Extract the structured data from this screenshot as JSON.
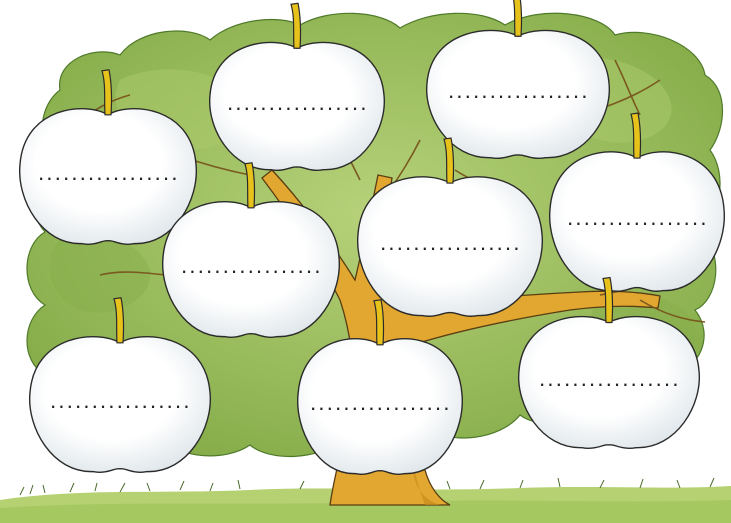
{
  "illustration": {
    "apples": [
      {
        "id": 1,
        "placeholder": "................."
      },
      {
        "id": 2,
        "placeholder": "................."
      },
      {
        "id": 3,
        "placeholder": "................."
      },
      {
        "id": 4,
        "placeholder": "................."
      },
      {
        "id": 5,
        "placeholder": "................."
      },
      {
        "id": 6,
        "placeholder": "................."
      },
      {
        "id": 7,
        "placeholder": "................."
      },
      {
        "id": 8,
        "placeholder": "................."
      },
      {
        "id": 9,
        "placeholder": "................."
      },
      {
        "id": 10,
        "placeholder": "................."
      }
    ],
    "colors": {
      "foliage": "#9bbd5a",
      "foliage_light": "#b9d47a",
      "foliage_dark": "#6f9a3c",
      "trunk": "#e0a72e",
      "trunk_shadow": "#c4861b",
      "apple": "#ffffff",
      "apple_shade": "#e6ecef",
      "stem": "#e7c21b",
      "grass": "#a3c65c",
      "outline": "#2b2b2b"
    }
  }
}
